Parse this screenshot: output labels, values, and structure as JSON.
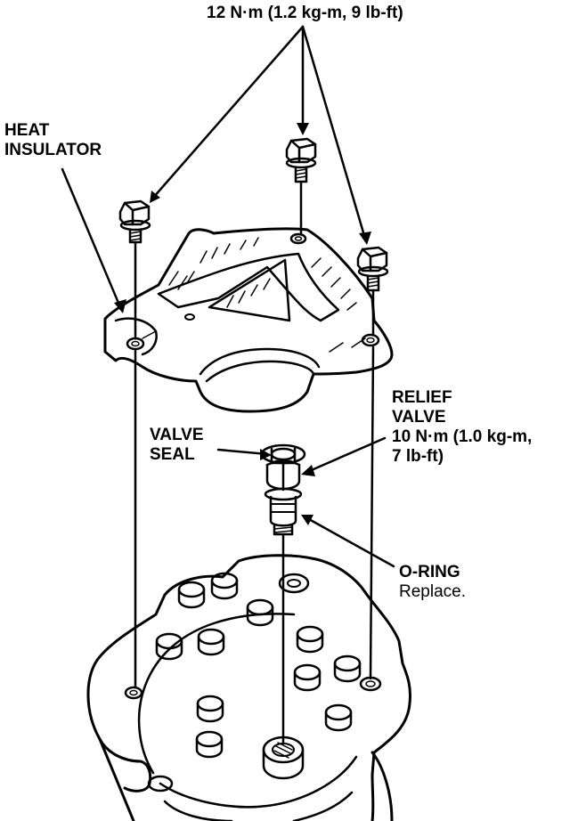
{
  "labels": {
    "torque_top": "12 N·m (1.2 kg-m, 9 lb-ft)",
    "heat_insulator": [
      "HEAT",
      "INSULATOR"
    ],
    "relief_valve": [
      "RELIEF",
      "VALVE",
      "10 N·m (1.0 kg-m,",
      "7 lb-ft)"
    ],
    "valve_seal": [
      "VALVE",
      "SEAL"
    ],
    "o_ring": "O-RING",
    "o_ring_note": "Replace."
  },
  "colors": {
    "ink": "#000000",
    "paper": "#ffffff"
  }
}
